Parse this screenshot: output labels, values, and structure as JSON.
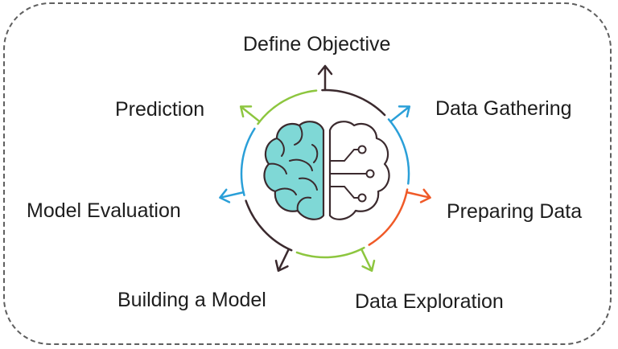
{
  "diagram": {
    "steps": [
      {
        "label": "Define Objective",
        "color": "#3b2a2e"
      },
      {
        "label": "Data Gathering",
        "color": "#2a9fd8"
      },
      {
        "label": "Preparing Data",
        "color": "#f05a28"
      },
      {
        "label": "Data Exploration",
        "color": "#8dc63f"
      },
      {
        "label": "Building a Model",
        "color": "#3b2a2e"
      },
      {
        "label": "Model Evaluation",
        "color": "#2a9fd8"
      },
      {
        "label": "Prediction",
        "color": "#8dc63f"
      }
    ],
    "brain": {
      "fill": "#7fd8d6",
      "outline": "#3b2a2e",
      "icon": "brain-circuit-icon"
    }
  }
}
